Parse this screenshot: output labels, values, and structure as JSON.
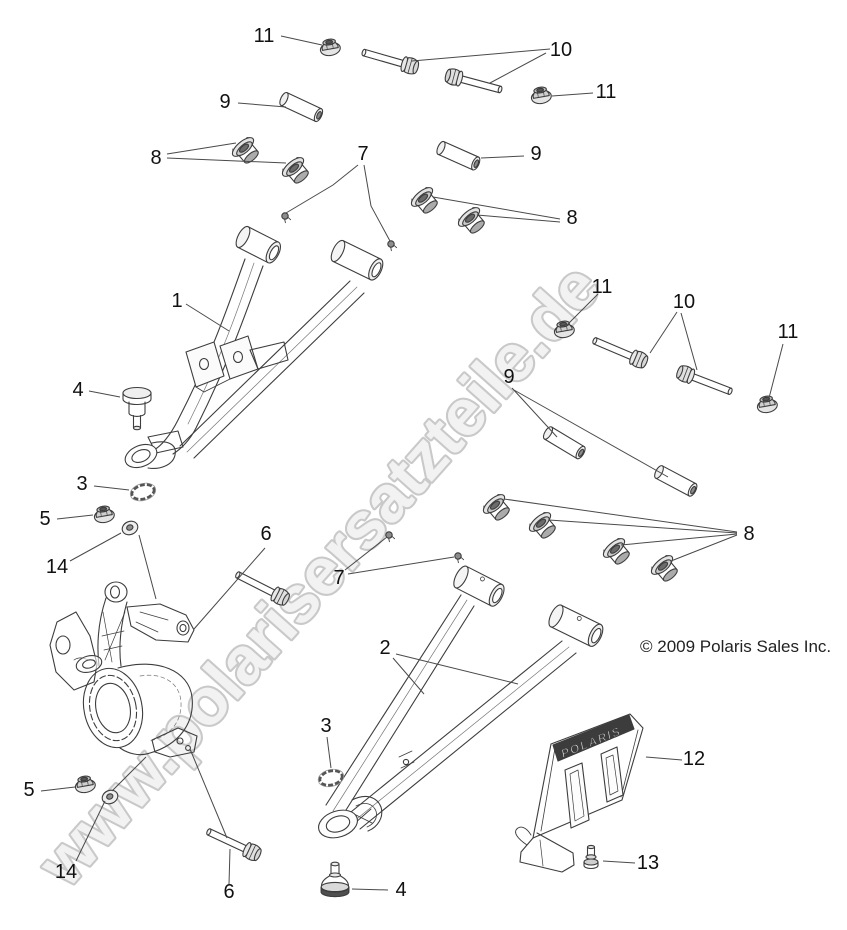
{
  "watermark": {
    "text": "www.polarisersatzteile.de",
    "outline_color": "#c9c9c9",
    "fill_color": "#f2f2f2"
  },
  "copyright": {
    "text": "© 2009 Polaris Sales Inc."
  },
  "guard": {
    "brand": "POLARIS"
  },
  "callouts": [
    {
      "n": "11"
    },
    {
      "n": "10"
    },
    {
      "n": "9"
    },
    {
      "n": "11"
    },
    {
      "n": "8"
    },
    {
      "n": "7"
    },
    {
      "n": "9"
    },
    {
      "n": "8"
    },
    {
      "n": "1"
    },
    {
      "n": "11"
    },
    {
      "n": "10"
    },
    {
      "n": "11"
    },
    {
      "n": "9"
    },
    {
      "n": "4"
    },
    {
      "n": "3"
    },
    {
      "n": "5"
    },
    {
      "n": "14"
    },
    {
      "n": "6"
    },
    {
      "n": "8"
    },
    {
      "n": "7"
    },
    {
      "n": "2"
    },
    {
      "n": "12"
    },
    {
      "n": "5"
    },
    {
      "n": "14"
    },
    {
      "n": "3"
    },
    {
      "n": "6"
    },
    {
      "n": "4"
    },
    {
      "n": "13"
    }
  ]
}
